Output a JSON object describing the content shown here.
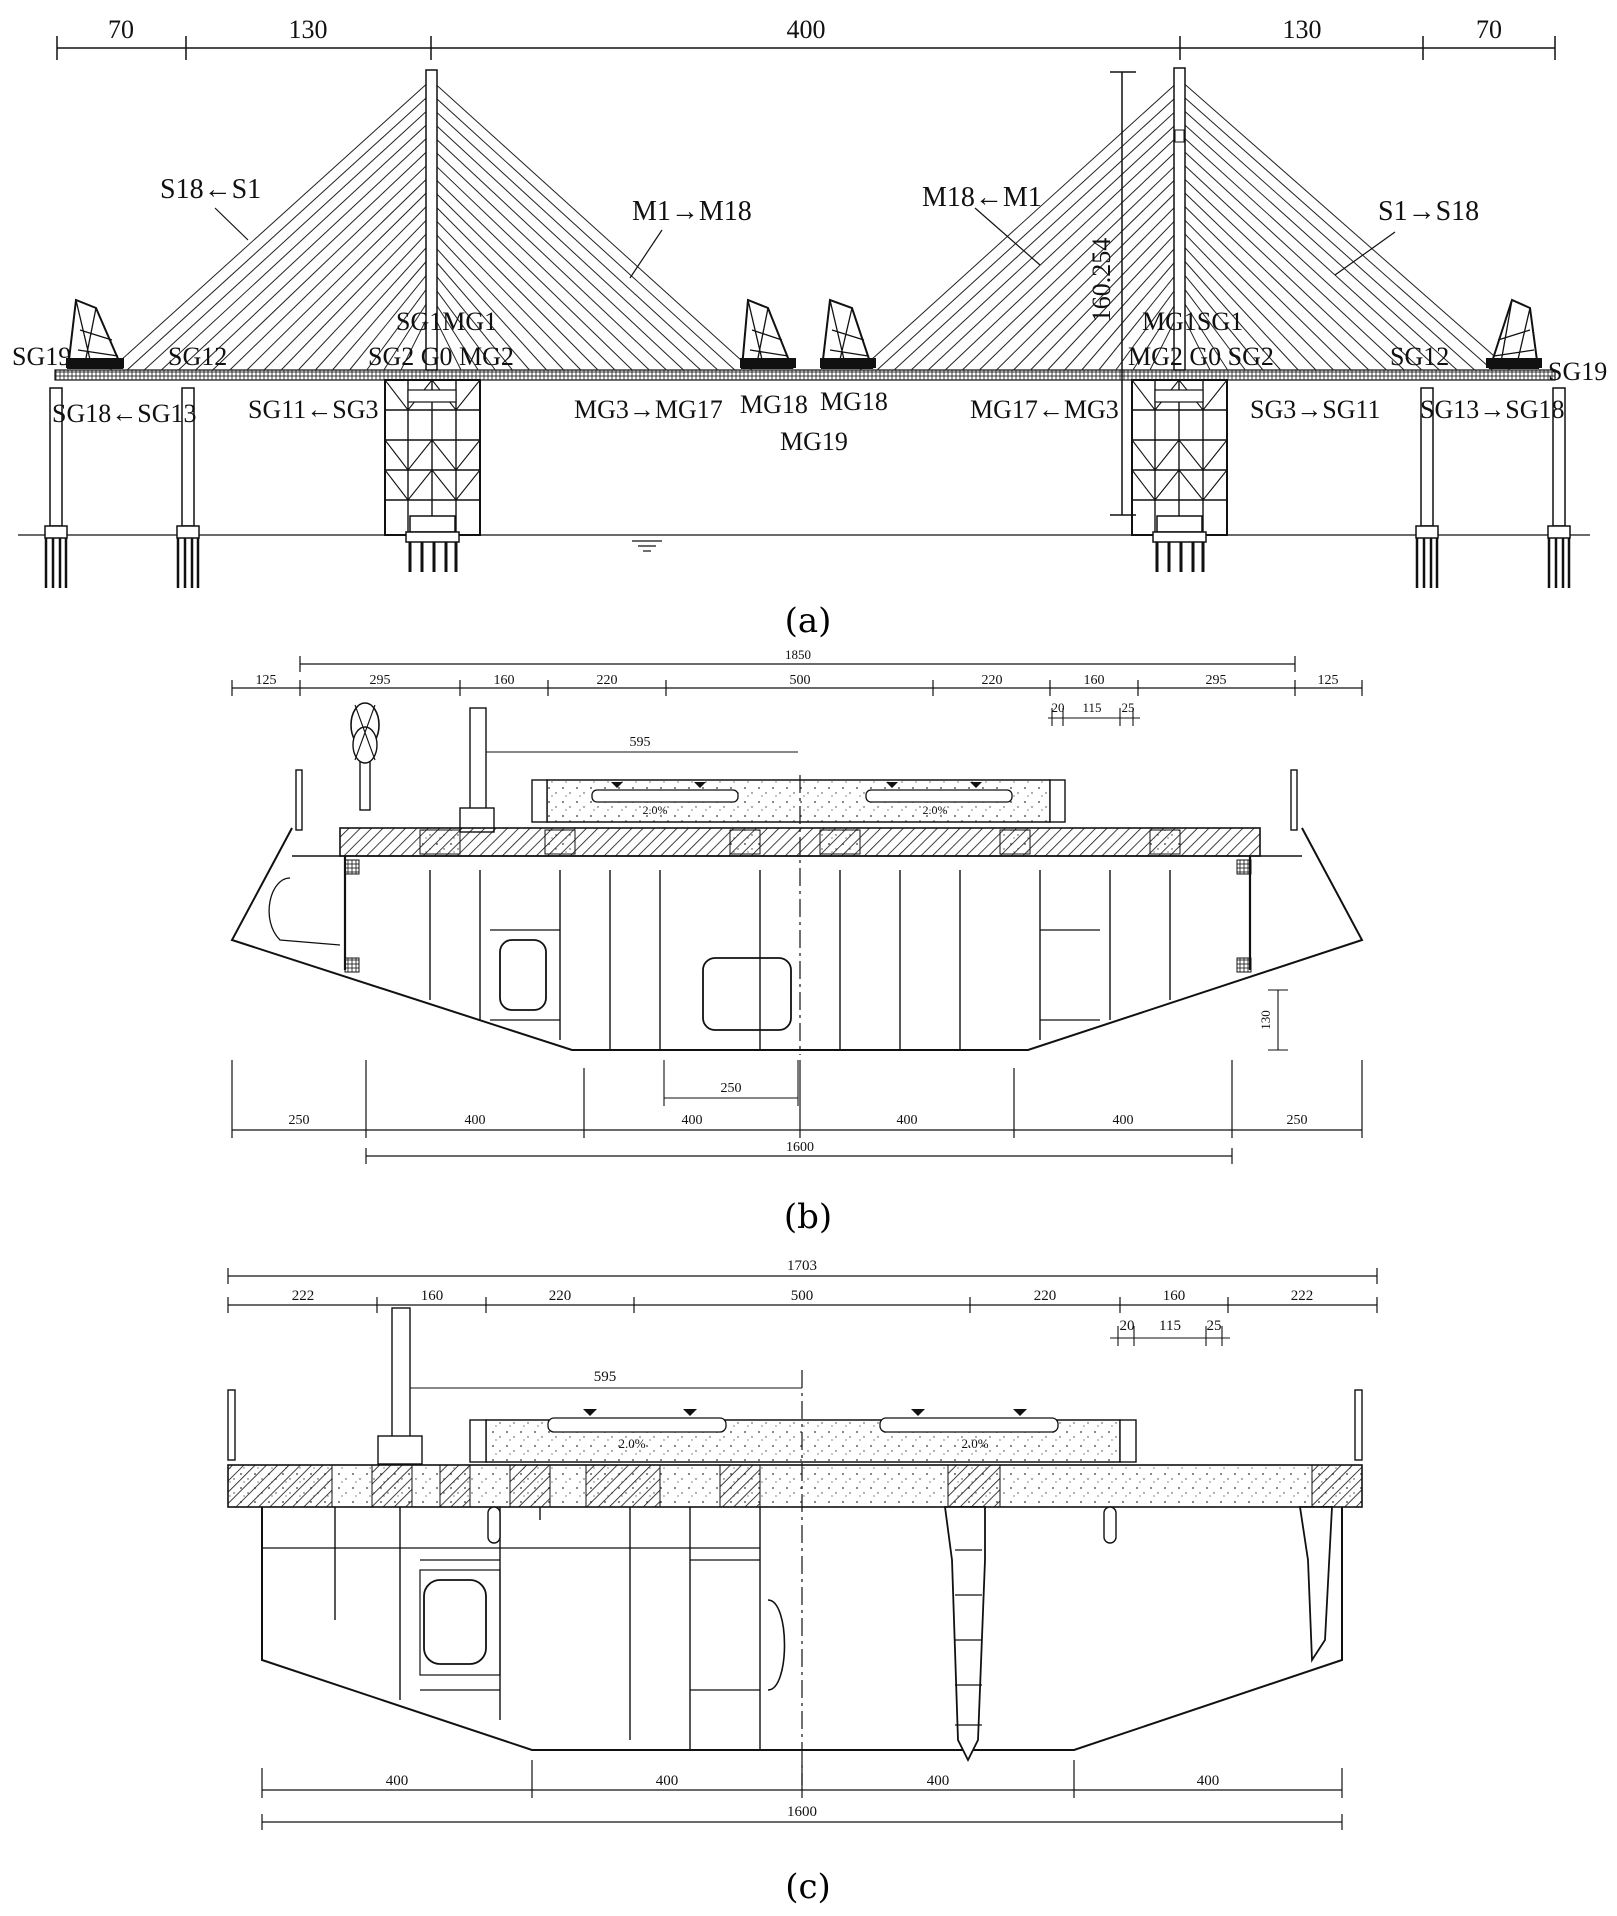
{
  "panel_a": {
    "spans": [
      "70",
      "130",
      "400",
      "130",
      "70"
    ],
    "height": "160.254",
    "labels": {
      "s18_s1": "S18←S1",
      "m1_m18": "M1→M18",
      "m18_m1": "M18←M1",
      "s1_s18": "S1→S18",
      "sg19_left": "SG19",
      "sg12_left": "SG12",
      "sg1_mg1_left": "SG1MG1",
      "sg2_g0_mg2_left": "SG2  G0 MG2",
      "sg18_sg13": "SG18←SG13",
      "sg11_sg3": "SG11←SG3",
      "mg3_mg17": "MG3→MG17",
      "mg18_left": "MG18",
      "mg18_right": "MG18",
      "mg19": "MG19",
      "mg17_mg3": "MG17←MG3",
      "mg1_sg1_right": "MG1SG1",
      "mg2_g0_sg2_right": "MG2 G0 SG2",
      "sg3_sg11": "SG3→SG11",
      "sg12_right": "SG12",
      "sg13_sg18": "SG13→SG18",
      "sg19_right": "SG19"
    },
    "caption": "(a)"
  },
  "panel_b": {
    "total_top": "1850",
    "top_dims": [
      "125",
      "295",
      "160",
      "220",
      "500",
      "220",
      "160",
      "295",
      "125"
    ],
    "detail_dims": [
      "20",
      "115",
      "25"
    ],
    "offset": "595",
    "slope_left": "2.0%",
    "slope_right": "2.0%",
    "depth": "130",
    "bottom_inner": "250",
    "bottom_dims": [
      "250",
      "400",
      "400",
      "400",
      "400",
      "250"
    ],
    "total_bottom": "1600",
    "caption": "(b)"
  },
  "panel_c": {
    "total_top": "1703",
    "top_dims": [
      "222",
      "160",
      "220",
      "500",
      "220",
      "160",
      "222"
    ],
    "detail_dims": [
      "20",
      "115",
      "25"
    ],
    "offset": "595",
    "slope_left": "2.0%",
    "slope_right": "2.0%",
    "bottom_dims": [
      "400",
      "400",
      "400",
      "400"
    ],
    "total_bottom": "1600",
    "caption": "(c)"
  }
}
